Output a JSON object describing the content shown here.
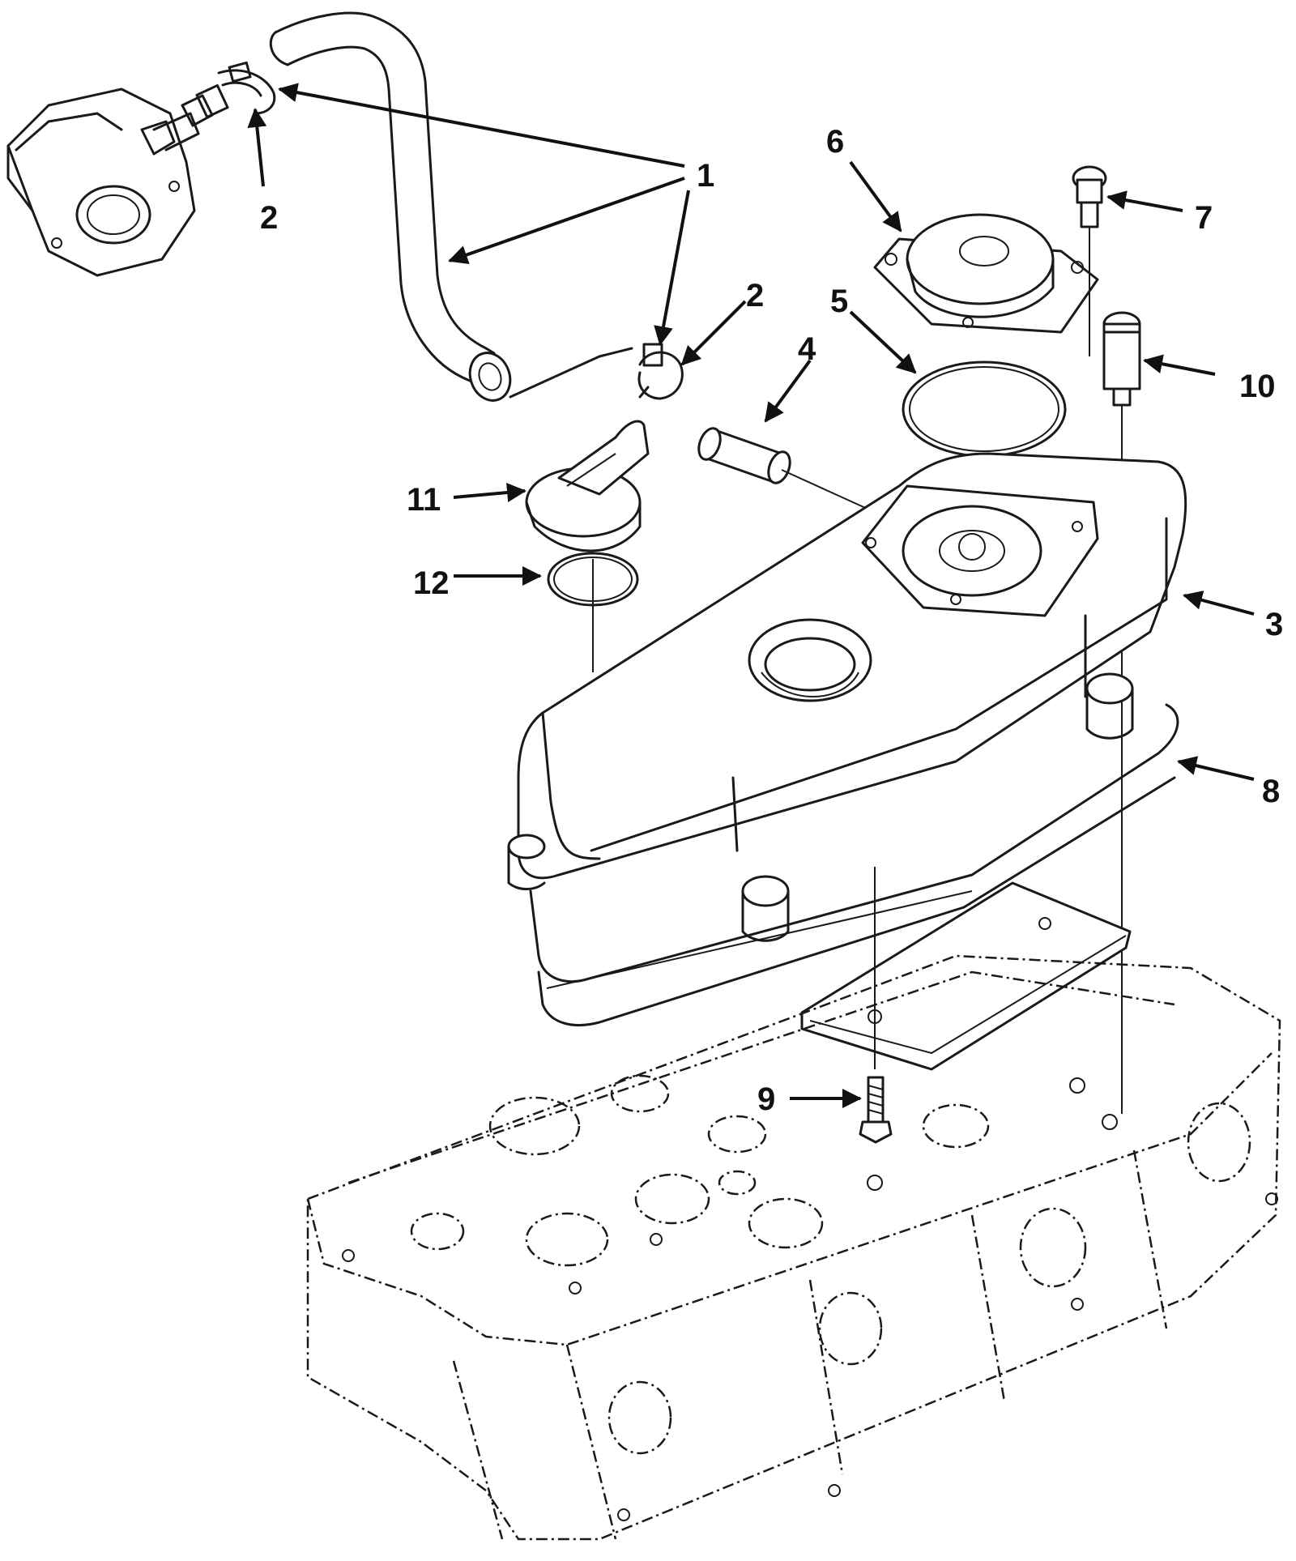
{
  "callouts": [
    {
      "id": "c1",
      "label": "1"
    },
    {
      "id": "c2a",
      "label": "2"
    },
    {
      "id": "c2b",
      "label": "2"
    },
    {
      "id": "c3",
      "label": "3"
    },
    {
      "id": "c4",
      "label": "4"
    },
    {
      "id": "c5",
      "label": "5"
    },
    {
      "id": "c6",
      "label": "6"
    },
    {
      "id": "c7",
      "label": "7"
    },
    {
      "id": "c8",
      "label": "8"
    },
    {
      "id": "c9",
      "label": "9"
    },
    {
      "id": "c10",
      "label": "10"
    },
    {
      "id": "c11",
      "label": "11"
    },
    {
      "id": "c12",
      "label": "12"
    }
  ]
}
